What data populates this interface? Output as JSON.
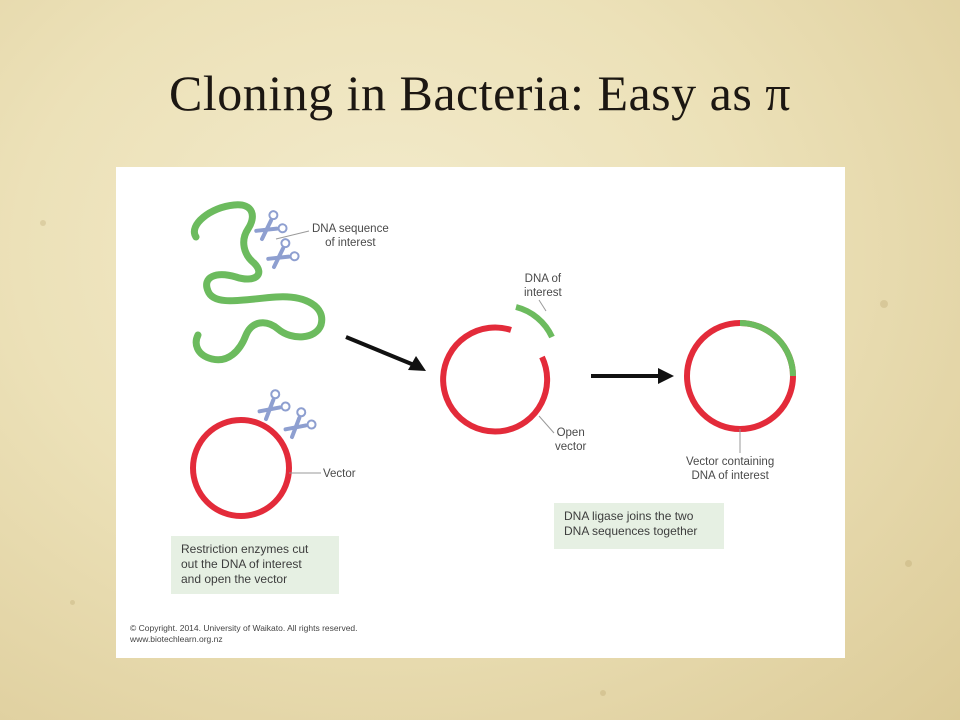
{
  "slide": {
    "title": "Cloning in Bacteria: Easy as π"
  },
  "diagram": {
    "labels": {
      "dna_sequence": "DNA sequence\nof interest",
      "vector": "Vector",
      "dna_of_interest": "DNA of\ninterest",
      "open_vector": "Open\nvector",
      "vector_containing": "Vector containing\nDNA of interest"
    },
    "notes": {
      "restriction": "Restriction enzymes cut\nout the DNA of interest\nand open the vector",
      "ligase": "DNA ligase joins the two\nDNA sequences together"
    },
    "credit": "© Copyright. 2014. University of Waikato. All rights reserved.\nwww.biotechlearn.org.nz",
    "colors": {
      "dna_green": "#6cbb5e",
      "vector_red": "#e32b3a",
      "scissors_blue": "#8e9fd0",
      "note_bg": "#e6f0e3"
    }
  }
}
